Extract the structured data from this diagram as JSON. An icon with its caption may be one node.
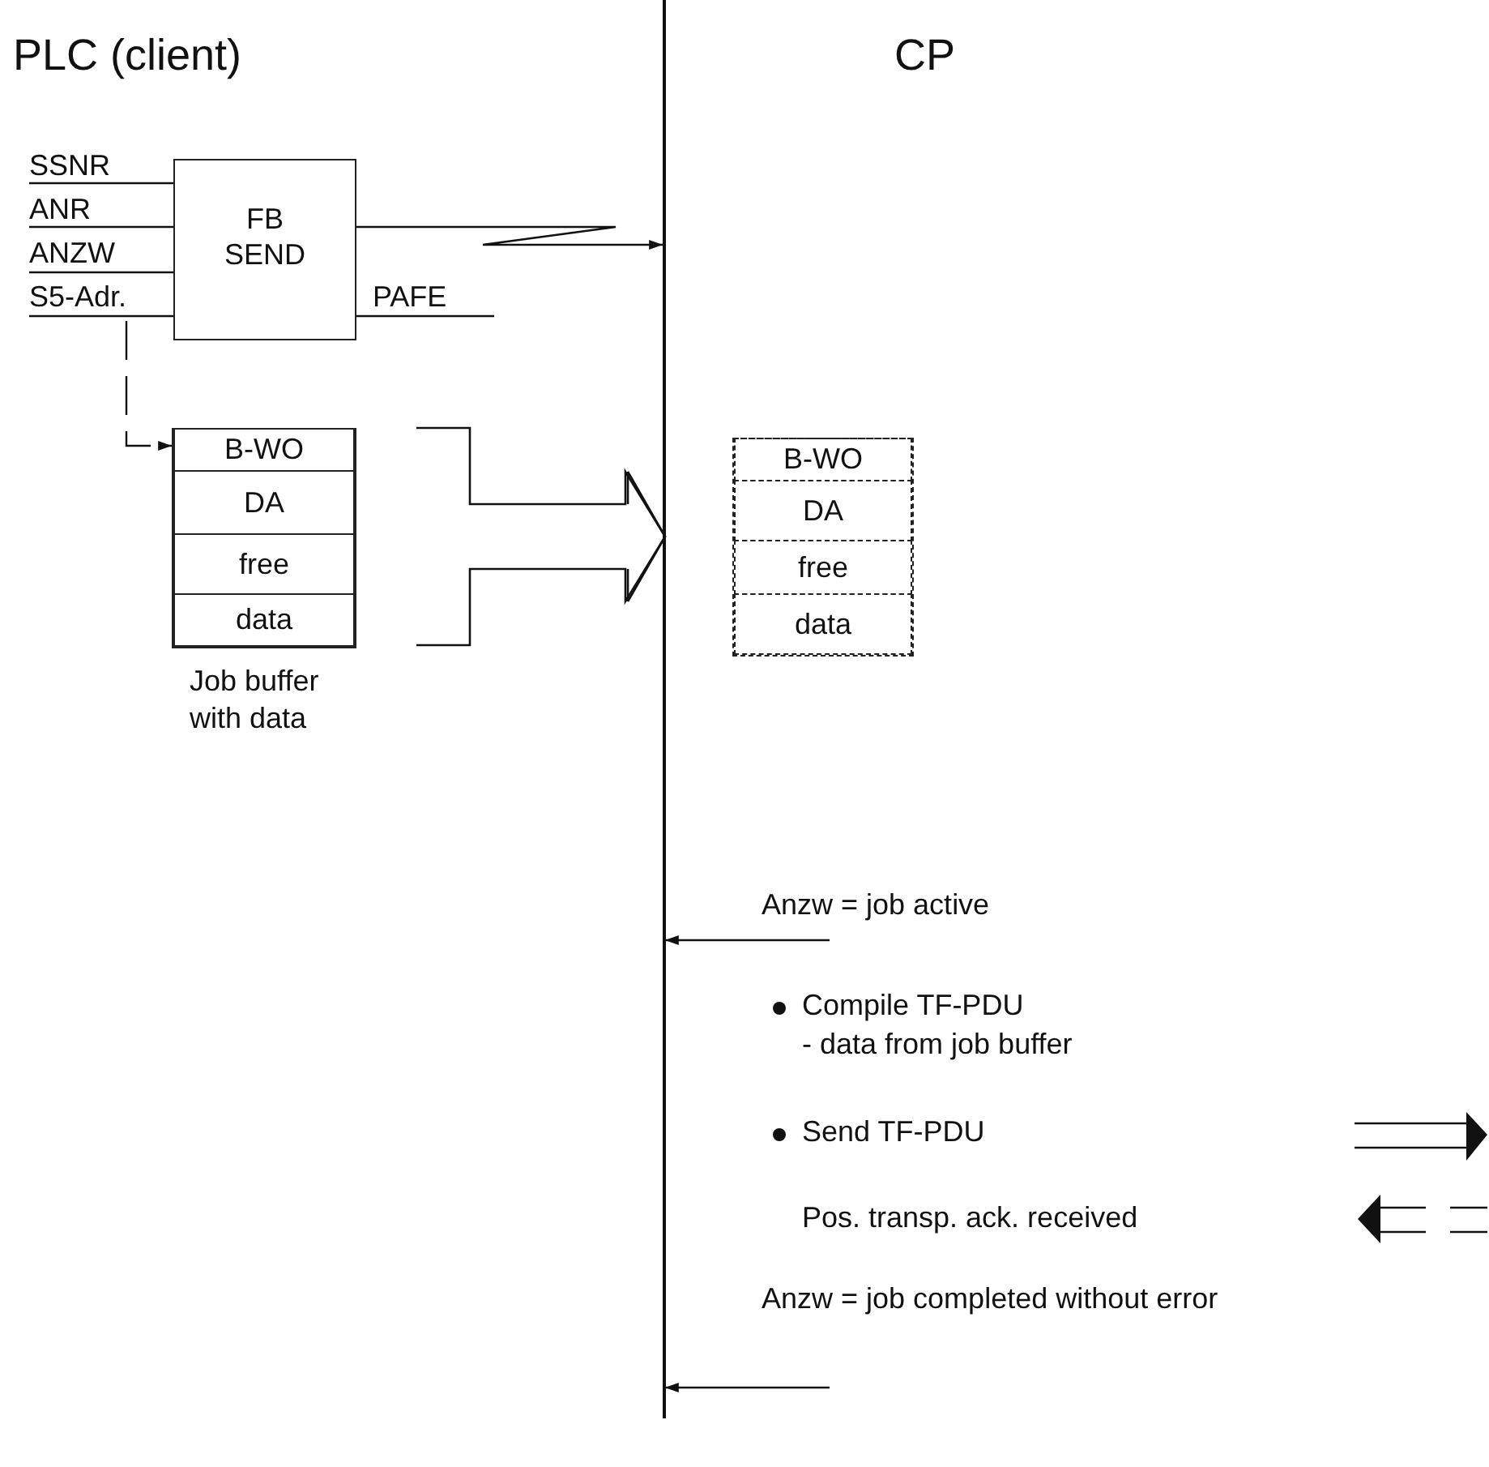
{
  "diagram": {
    "nodes": [
      {
        "text": [
          "FB SEND"
        ]
      },
      {
        "text": [],
        "shape": "box",
        "beside": [
          "Job buffer with data"
        ]
      },
      {
        "text": [
          "B-WO"
        ],
        "in": 1
      },
      {
        "text": [
          "DA"
        ],
        "in": 1
      },
      {
        "text": [
          "free"
        ],
        "in": 1
      },
      {
        "text": [
          "data"
        ],
        "in": 1
      },
      {
        "text": [],
        "shape": "box"
      },
      {
        "text": [
          "B-WO"
        ],
        "in": 6
      },
      {
        "text": [
          "DA"
        ],
        "in": 6
      },
      {
        "text": [
          "free"
        ],
        "in": 6
      },
      {
        "text": [
          "data"
        ],
        "in": 6
      },
      {
        "text": [],
        "shape": "bar"
      }
    ],
    "edges": [
      {
        "from": 0,
        "to": 11,
        "arrow": "to"
      },
      {
        "from": null,
        "to": 2,
        "arrow": "to",
        "style": "dashed"
      },
      {
        "from": 1,
        "to": 11,
        "arrow": "to"
      },
      {
        "from": null,
        "to": 11,
        "arrow": "to",
        "label": "Anzw = job active"
      },
      {
        "from": null,
        "to": 11,
        "arrow": "to",
        "label": "Anzw = job completed without error"
      }
    ],
    "labels": [
      "PLC (client)",
      "CP",
      "SSNR",
      "ANR",
      "ANZW",
      "S5-Adr.",
      "PAFE",
      "Compile TF-PDU",
      "- data from job buffer",
      "Send TF-PDU",
      "Pos. transp. ack. received"
    ]
  }
}
